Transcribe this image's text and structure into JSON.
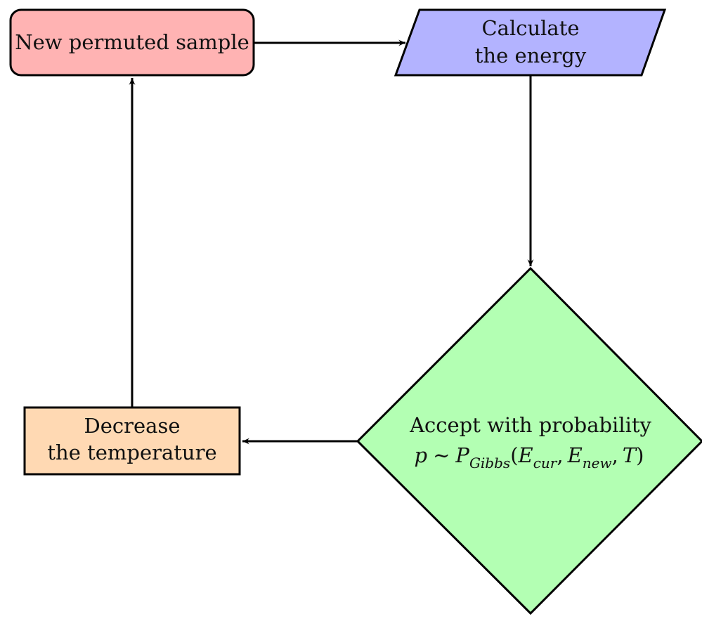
{
  "nodes": {
    "new_sample": {
      "shape": "rounded-rectangle",
      "fill": "#ffb3b3",
      "lines": [
        "New permuted sample"
      ]
    },
    "calculate_energy": {
      "shape": "parallelogram",
      "fill": "#b3b3ff",
      "lines": [
        "Calculate",
        "the energy"
      ]
    },
    "accept": {
      "shape": "diamond",
      "fill": "#b3ffb3",
      "line1": "Accept with probability",
      "formula": {
        "p": "p",
        "sim": "∼",
        "P": "P",
        "P_sub": "Gibbs",
        "open": "(",
        "E1": "E",
        "E1_sub": "cur",
        "comma1": ",",
        "E2": "E",
        "E2_sub": "new",
        "comma2": ",",
        "T": "T",
        "close": ")"
      }
    },
    "decrease_temperature": {
      "shape": "rectangle",
      "fill": "#ffd9b3",
      "lines": [
        "Decrease",
        "the temperature"
      ]
    }
  },
  "edges": [
    {
      "from": "new_sample",
      "to": "calculate_energy"
    },
    {
      "from": "calculate_energy",
      "to": "accept"
    },
    {
      "from": "accept",
      "to": "decrease_temperature"
    },
    {
      "from": "decrease_temperature",
      "to": "new_sample"
    }
  ],
  "colors": {
    "stroke": "#000000",
    "text": "#111111"
  }
}
